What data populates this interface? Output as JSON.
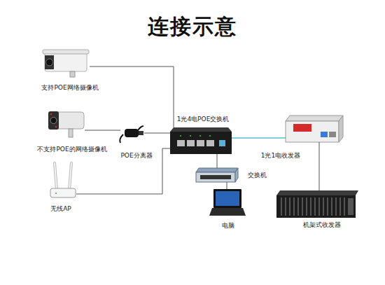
{
  "diagram": {
    "title": "连接示意",
    "nodes": [
      {
        "text": [
          "支持POE网络摄像机"
        ]
      },
      {
        "text": [
          "不支持POE的网络摄像机"
        ]
      },
      {
        "text": [
          "POE分离器"
        ]
      },
      {
        "text": [
          "1光4电POE交换机"
        ]
      },
      {
        "text": [
          "1光1电收发器"
        ]
      },
      {
        "text": [
          "交换机"
        ]
      },
      {
        "text": [
          "无线AP"
        ]
      },
      {
        "text": [
          "电脑"
        ]
      },
      {
        "text": [
          "机架式收发器"
        ]
      }
    ],
    "edges": [
      {
        "from": 0,
        "to": 3,
        "arrow": "none"
      },
      {
        "from": 1,
        "to": 2,
        "arrow": "none"
      },
      {
        "from": 2,
        "to": 3,
        "arrow": "none"
      },
      {
        "from": 6,
        "to": 3,
        "arrow": "none"
      },
      {
        "from": 3,
        "to": 4,
        "arrow": "none"
      },
      {
        "from": 4,
        "to": 8,
        "arrow": "none"
      },
      {
        "from": 3,
        "to": 5,
        "arrow": "none"
      },
      {
        "from": 5,
        "to": 7,
        "arrow": "none"
      }
    ]
  }
}
